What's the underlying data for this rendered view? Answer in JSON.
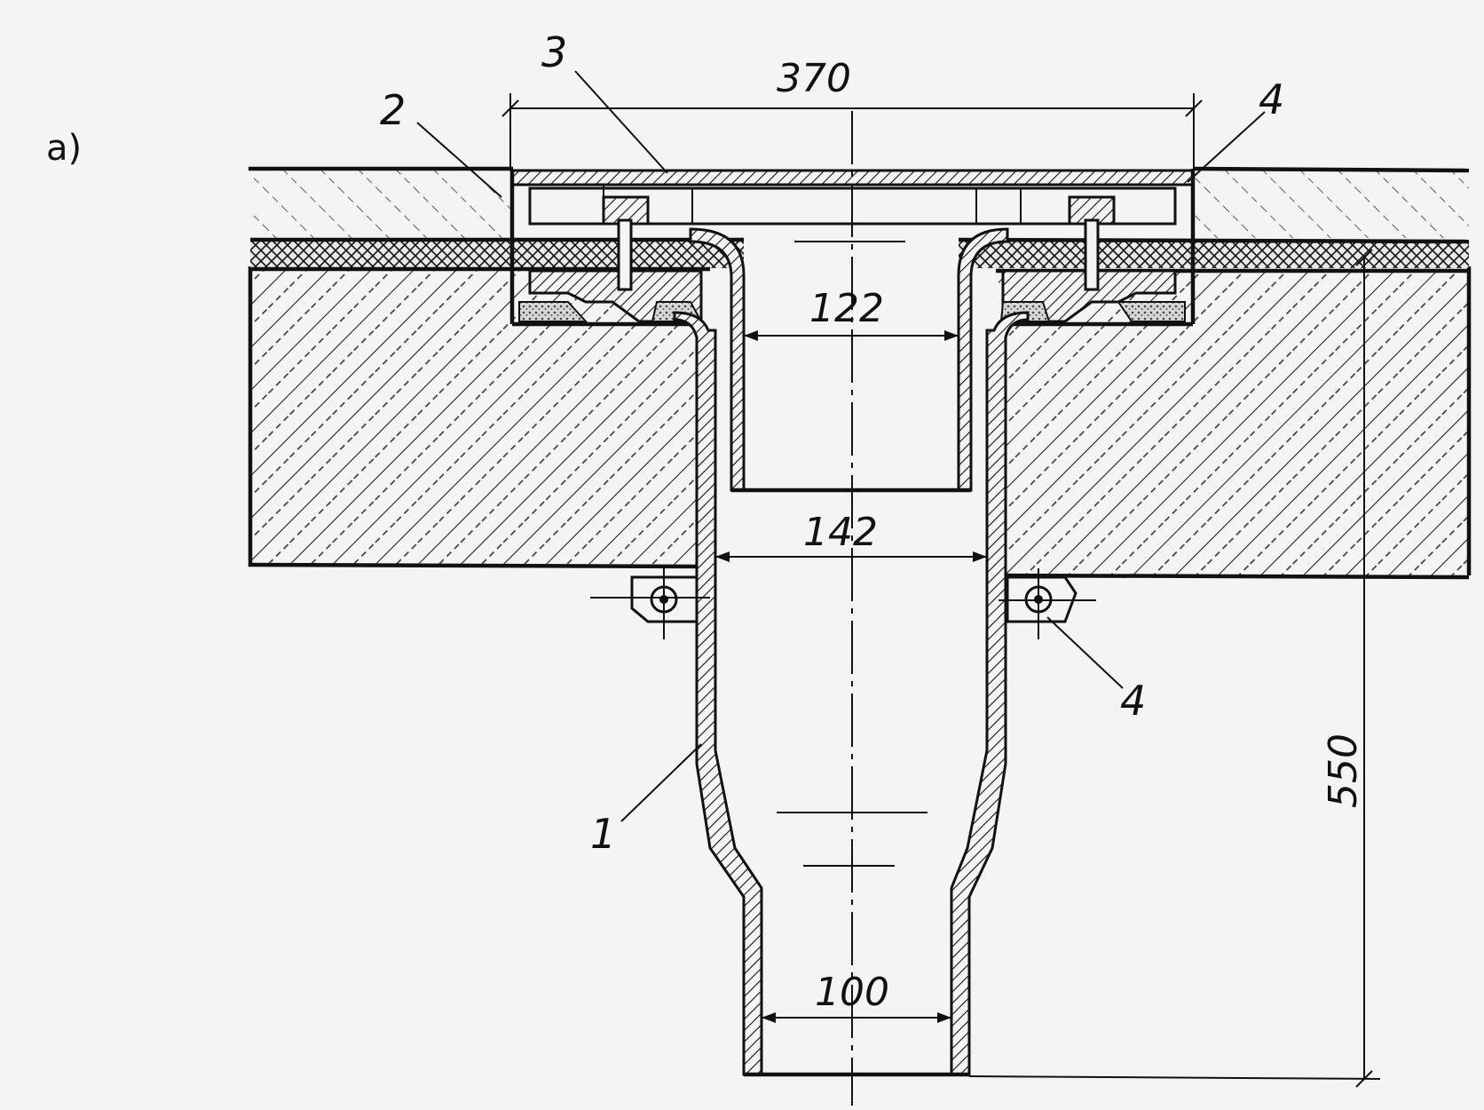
{
  "figure": {
    "label": "а)"
  },
  "dimensions": {
    "overall_width": "370",
    "inner_neck": "122",
    "outer_neck": "142",
    "outlet_diameter": "100",
    "depth": "550"
  },
  "callouts": [
    "1",
    "2",
    "3",
    "4",
    "4"
  ],
  "colors": {
    "line": "#111111",
    "paper": "#f4f4f2",
    "seal": "#cfcfcf"
  }
}
